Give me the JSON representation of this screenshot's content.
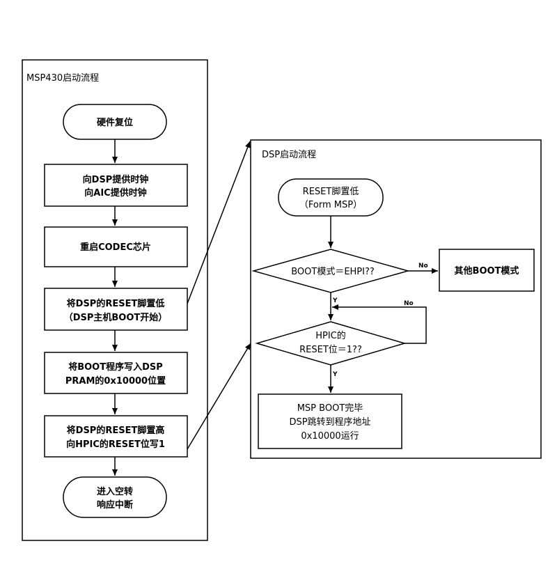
{
  "left_panel": {
    "title": "MSP430启动流程",
    "steps": [
      [
        "硬件复位"
      ],
      [
        "向DSP提供时钟",
        "向AIC提供时钟"
      ],
      [
        "重启CODEC芯片"
      ],
      [
        "将DSP的RESET脚置低",
        "（DSP主机BOOT开始）"
      ],
      [
        "将BOOT程序写入DSP",
        "PRAM的0x10000位置"
      ],
      [
        "将DSP的RESET脚置高",
        "向HPIC的RESET位写1"
      ],
      [
        "进入空转",
        "响应中断"
      ]
    ]
  },
  "right_panel": {
    "title": "DSP启动流程",
    "start": [
      "RESET脚置低",
      "（Form MSP）"
    ],
    "decision1": [
      "BOOT模式＝EHPI??"
    ],
    "other_mode": [
      "其他BOOT模式"
    ],
    "decision2": [
      "HPIC的",
      "RESET位＝1??"
    ],
    "end_box": [
      "MSP BOOT完毕",
      "DSP跳转到程序地址",
      "0x10000运行"
    ]
  },
  "edge_labels": {
    "no1": "No",
    "yes1": "Y",
    "no2": "No",
    "yes2": "Y"
  }
}
